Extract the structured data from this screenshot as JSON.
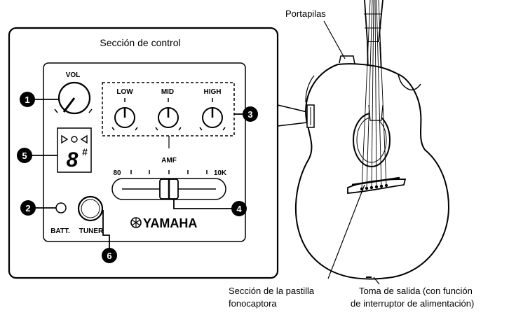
{
  "panel": {
    "title": "Sección de control",
    "vol_label": "VOL",
    "low_label": "LOW",
    "mid_label": "MID",
    "high_label": "HIGH",
    "amf_label": "AMF",
    "amf_min": "80",
    "amf_max": "10K",
    "tuner_note": "8",
    "tuner_sharp": "#",
    "batt_label": "BATT.",
    "tuner_label": "TUNER",
    "brand": "YAMAHA"
  },
  "callouts": {
    "c1": "1",
    "c2": "2",
    "c3": "3",
    "c4": "4",
    "c5": "5",
    "c6": "6"
  },
  "guitar": {
    "battery_holder": "Portapilas",
    "pickup_line1": "Sección de la pastilla",
    "pickup_line2": "fonocaptora",
    "output_line1": "Toma de salida (con función",
    "output_line2": "de interruptor de alimentación)"
  }
}
